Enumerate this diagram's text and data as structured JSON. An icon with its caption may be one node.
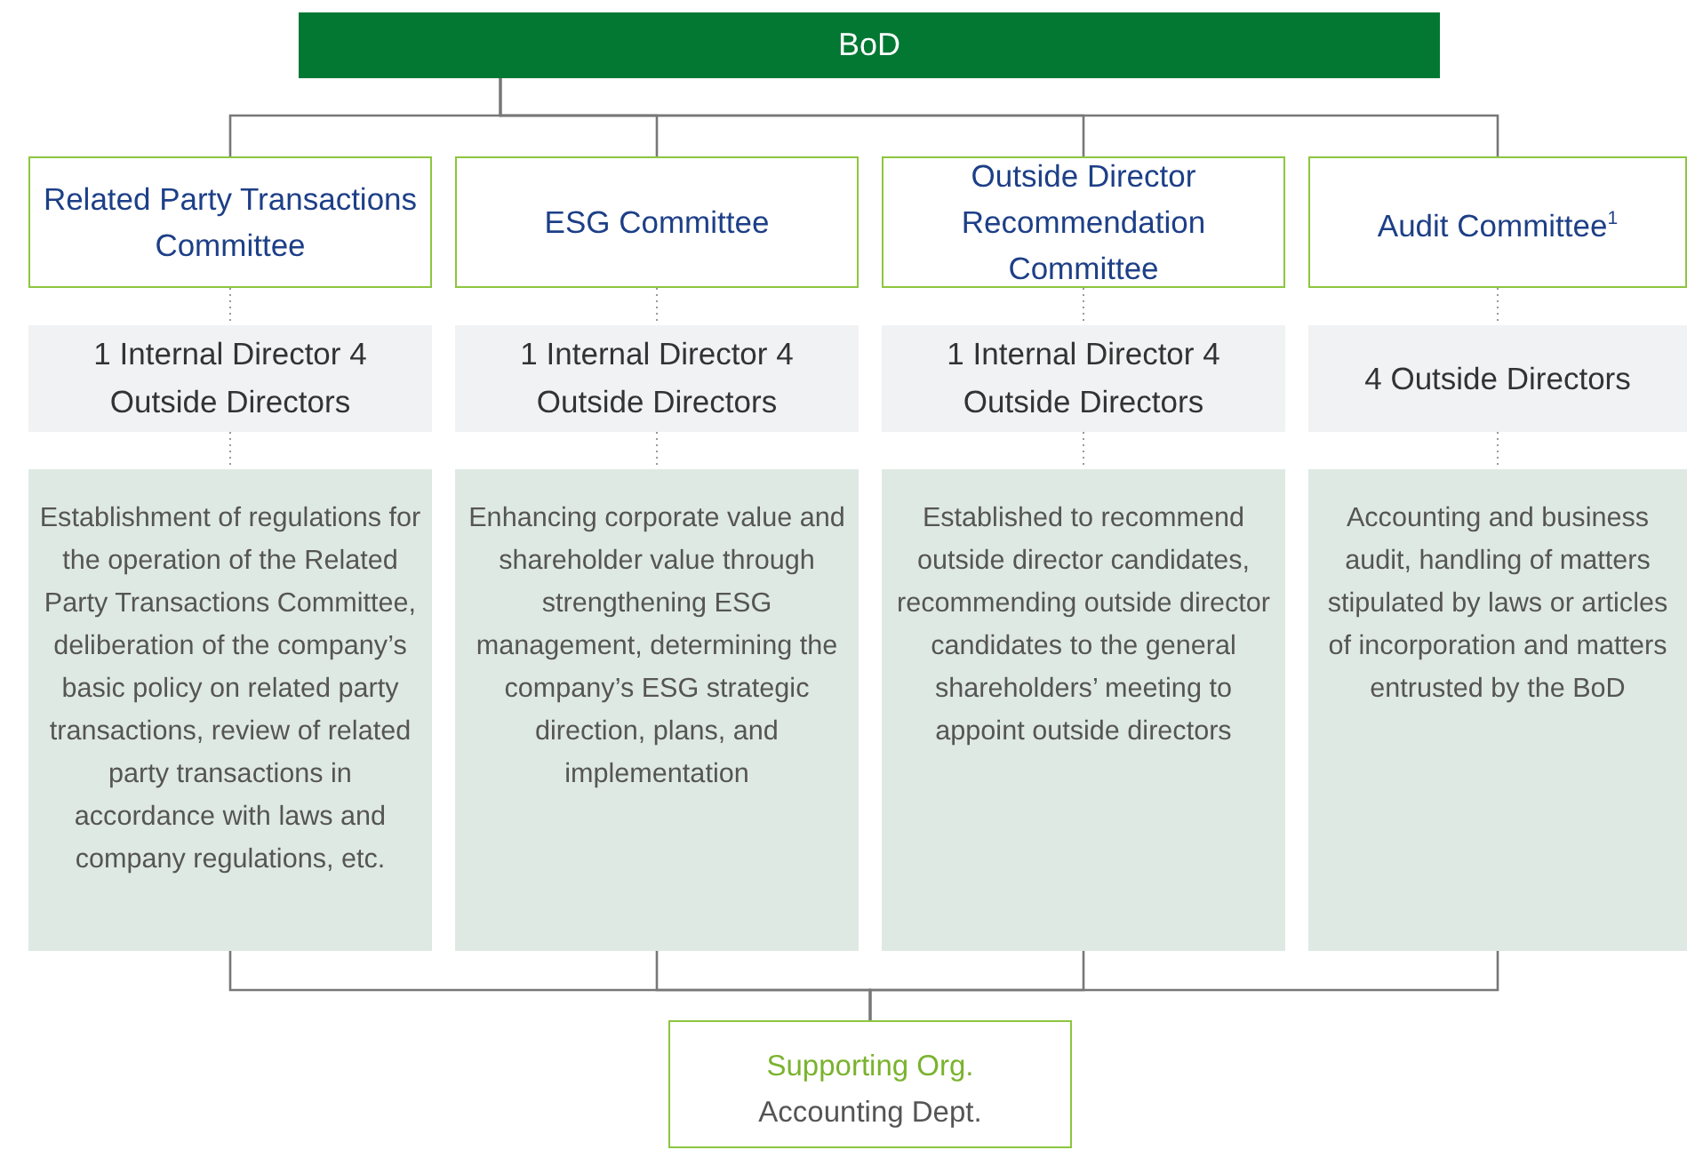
{
  "diagram": {
    "nodes": [
      {
        "text": [
          "BoD"
        ]
      },
      {
        "text": [
          "Related Party Transactions Committee"
        ]
      },
      {
        "text": [
          "ESG Committee"
        ]
      },
      {
        "text": [
          "Outside Director Recommendation Committee"
        ]
      },
      {
        "text": [
          "Audit Committee$^{1}$"
        ]
      },
      {
        "text": [
          "1 Internal Director 4 Outside Directors"
        ]
      },
      {
        "text": [
          "1 Internal Director 4 Outside Directors"
        ]
      },
      {
        "text": [
          "1 Internal Director 4 Outside Directors"
        ]
      },
      {
        "text": [
          "4 Outside Directors"
        ]
      },
      {
        "text": [
          "Establishment of regulations for the operation of the Related Party Transactions Committee, deliberation of the company’s basic policy on related party transactions, review of related party transactions in accordance with laws and company regulations, etc."
        ]
      },
      {
        "text": [
          "Enhancing corporate value and shareholder value through strengthening ESG management, determining the company’s ESG strategic direction, plans, and implementation"
        ]
      },
      {
        "text": [
          "Established to recommend outside director candidates, recommending outside director candidates to the general shareholders’ meeting to appoint outside directors"
        ]
      },
      {
        "text": [
          "Accounting and business audit, handling of matters stipulated by laws or articles of incorporation and matters entrusted by the BoD"
        ]
      },
      {
        "text": [
          "Supporting Org.",
          "Accounting Dept."
        ]
      }
    ],
    "edges": [
      {
        "from": 0,
        "to": 1,
        "arrow": "none"
      },
      {
        "from": 0,
        "to": 2,
        "arrow": "none"
      },
      {
        "from": 0,
        "to": 3,
        "arrow": "none"
      },
      {
        "from": 0,
        "to": 4,
        "arrow": "none"
      },
      {
        "from": 1,
        "to": 5,
        "arrow": "none",
        "style": "dashed"
      },
      {
        "from": 2,
        "to": 6,
        "arrow": "none",
        "style": "dashed"
      },
      {
        "from": 3,
        "to": 7,
        "arrow": "none",
        "style": "dashed"
      },
      {
        "from": 4,
        "to": 8,
        "arrow": "none",
        "style": "dashed"
      },
      {
        "from": 5,
        "to": 9,
        "arrow": "none",
        "style": "dashed"
      },
      {
        "from": 6,
        "to": 10,
        "arrow": "none",
        "style": "dashed"
      },
      {
        "from": 7,
        "to": 11,
        "arrow": "none",
        "style": "dashed"
      },
      {
        "from": 8,
        "to": 12,
        "arrow": "none",
        "style": "dashed"
      },
      {
        "from": 9,
        "to": 13,
        "arrow": "none"
      },
      {
        "from": 10,
        "to": 13,
        "arrow": "none"
      },
      {
        "from": 11,
        "to": 13,
        "arrow": "none"
      },
      {
        "from": 12,
        "to": 13,
        "arrow": "none"
      }
    ]
  }
}
